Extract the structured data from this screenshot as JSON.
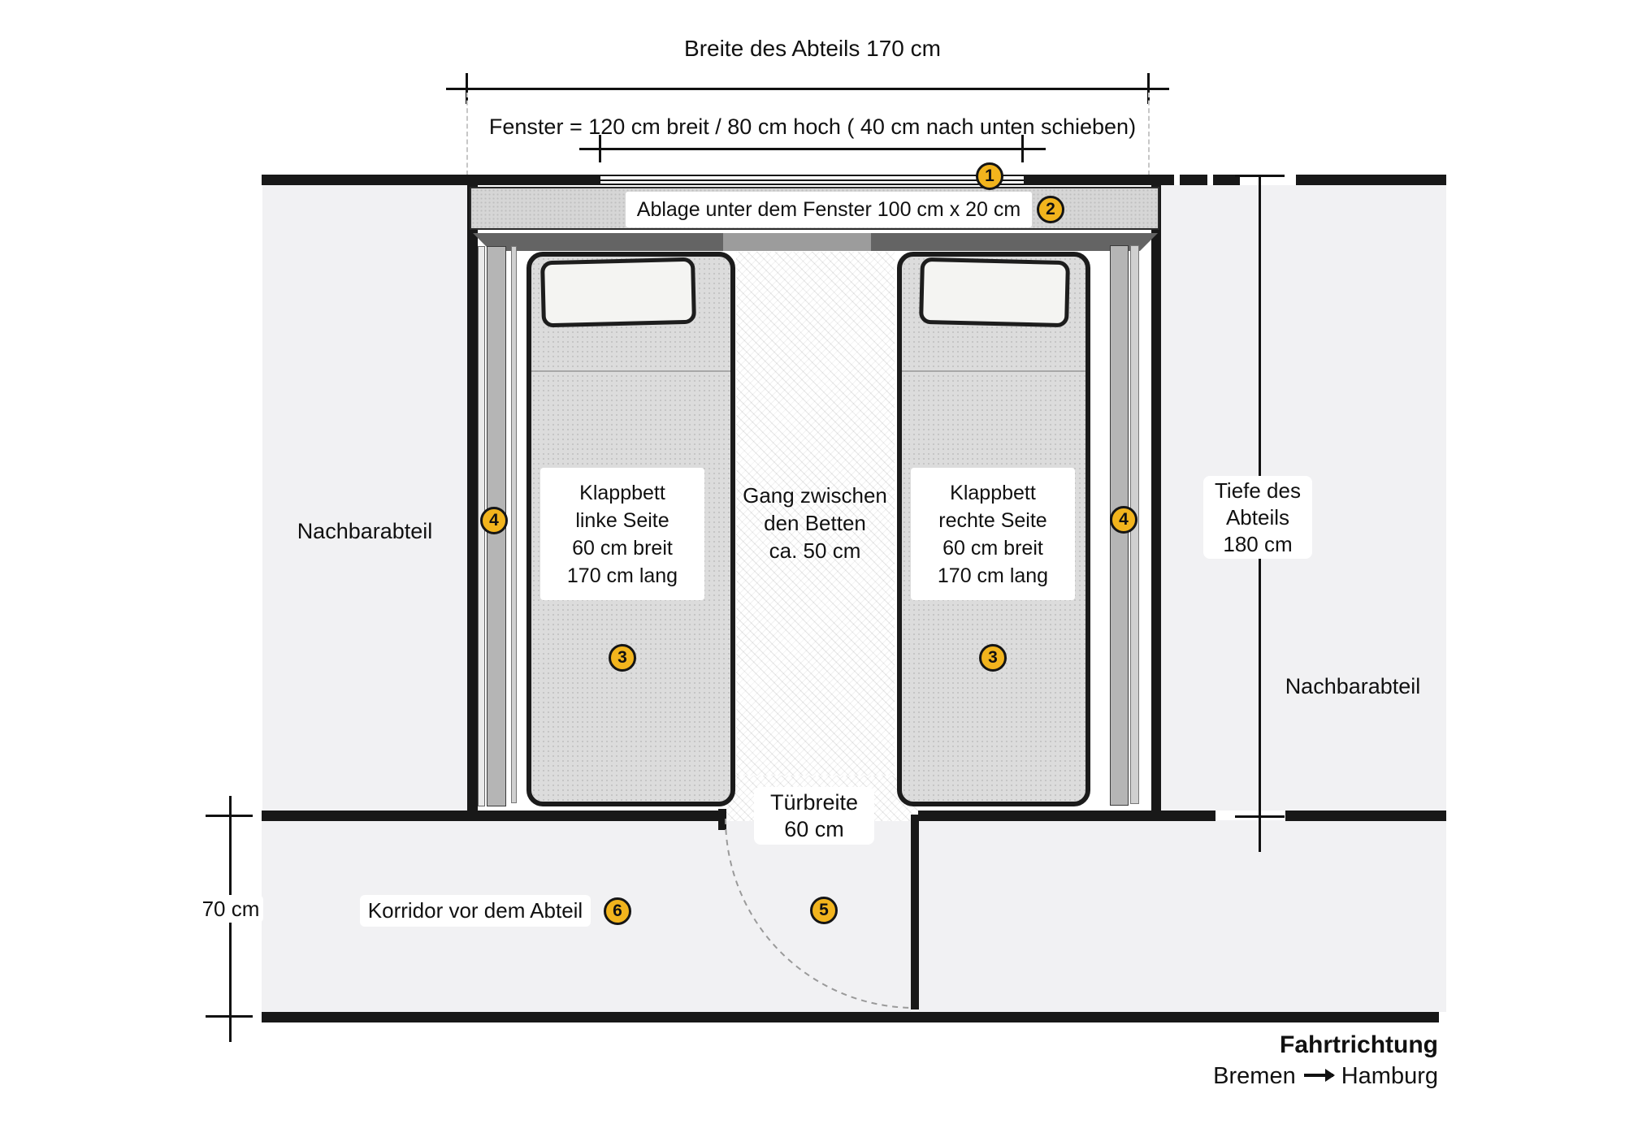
{
  "colors": {
    "badge_fill": "#F2B41D",
    "wall": "#181818",
    "neighbor_area": "#F1F1F3"
  },
  "header": {
    "width_title": "Breite des Abteils 170 cm",
    "window_note": "Fenster = 120 cm breit / 80 cm hoch ( 40 cm nach unten schieben)"
  },
  "shelf": {
    "label": "Ablage unter dem Fenster 100 cm x 20 cm"
  },
  "beds": {
    "left": {
      "l1": "Klappbett",
      "l2": "linke Seite",
      "l3": "60 cm breit",
      "l4": "170 cm lang"
    },
    "right": {
      "l1": "Klappbett",
      "l2": "rechte Seite",
      "l3": "60 cm breit",
      "l4": "170 cm lang"
    }
  },
  "aisle": {
    "l1": "Gang zwischen",
    "l2": "den Betten",
    "l3": "ca. 50 cm"
  },
  "neighbors": {
    "left": "Nachbarabteil",
    "right": "Nachbarabteil"
  },
  "depth": {
    "l1": "Tiefe des",
    "l2": "Abteils",
    "l3": "180 cm"
  },
  "door": {
    "l1": "Türbreite",
    "l2": "60 cm"
  },
  "corridor": {
    "label": "Korridor vor dem Abteil",
    "width": "70 cm"
  },
  "footer": {
    "title": "Fahrtrichtung",
    "from": "Bremen",
    "to": "Hamburg"
  },
  "badges": {
    "n1": "1",
    "n2": "2",
    "n3": "3",
    "n4": "4",
    "n5": "5",
    "n6": "6"
  }
}
